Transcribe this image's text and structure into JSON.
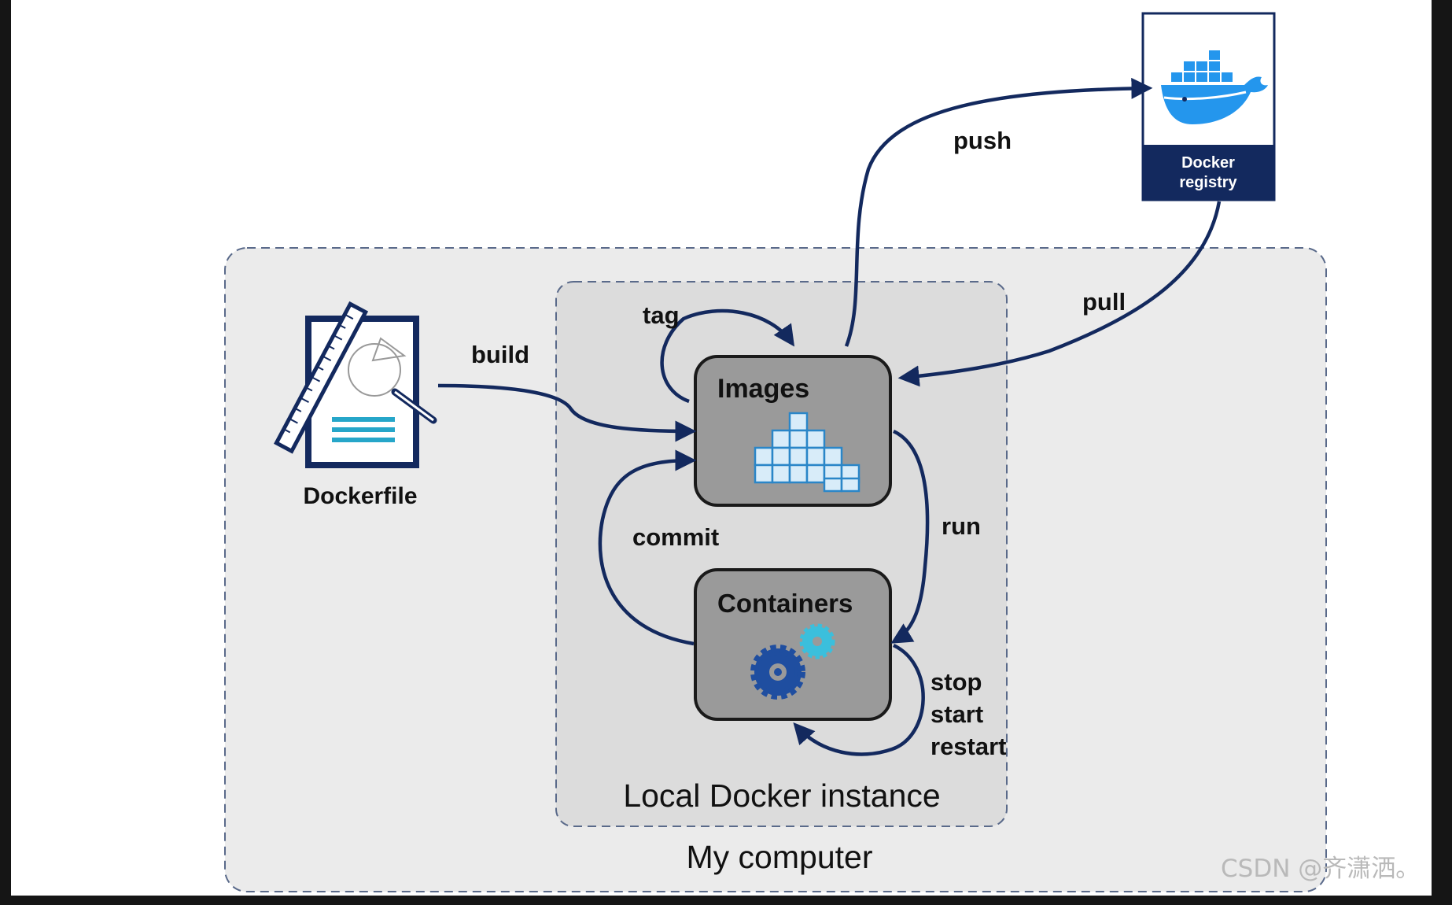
{
  "containers": {
    "my_computer": "My computer",
    "local_instance": "Local Docker instance"
  },
  "nodes": {
    "dockerfile": "Dockerfile",
    "images": "Images",
    "containers": "Containers",
    "registry_line1": "Docker",
    "registry_line2": "registry"
  },
  "edges": {
    "build": "build",
    "tag": "tag",
    "push": "push",
    "pull": "pull",
    "run": "run",
    "commit": "commit",
    "stop": "stop",
    "start": "start",
    "restart": "restart"
  },
  "watermark": "CSDN @齐潇洒。",
  "colors": {
    "arrow": "#13295e",
    "registry_band": "#13295e",
    "docker_blue": "#2496ed",
    "node_fill": "#9a9a9a",
    "outer_fill": "#ebebeb",
    "inner_fill": "#dcdcdc"
  },
  "icons": {
    "dockerfile": "blueprint-ruler-icon",
    "images": "stacked-cubes-icon",
    "containers": "gears-icon",
    "registry": "docker-whale-icon"
  }
}
